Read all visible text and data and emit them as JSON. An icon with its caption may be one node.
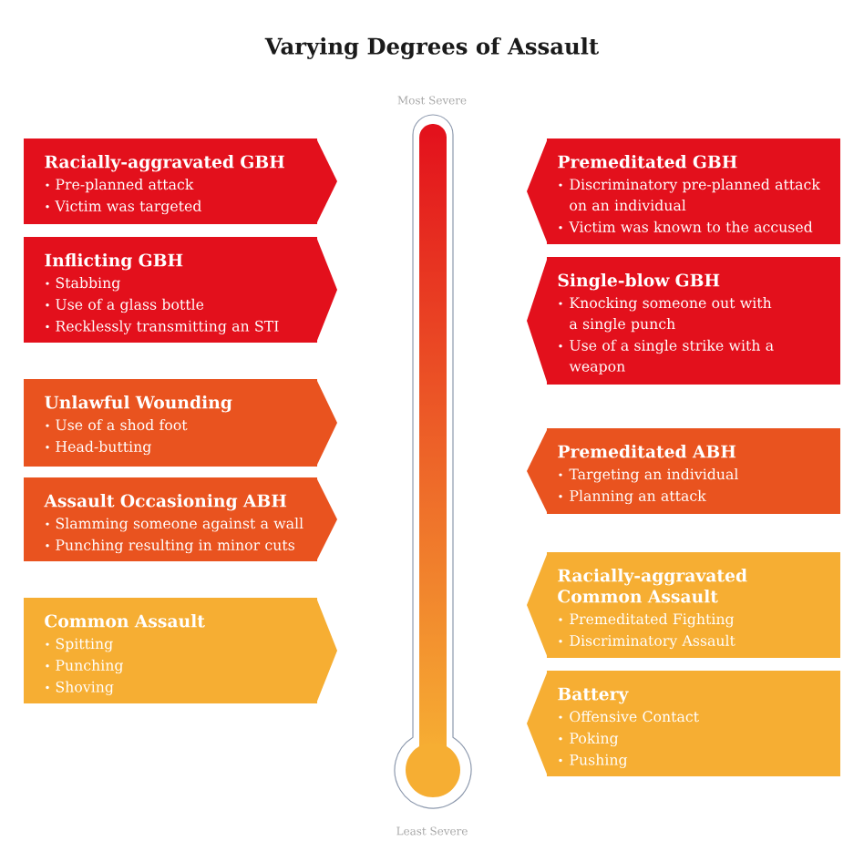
{
  "diagram": {
    "title": "Varying Degrees of Assault",
    "nodes": [
      {
        "text": [
          "Racially-aggravated GBH",
          "Pre-planned attack",
          "Victim was targeted"
        ]
      },
      {
        "text": [
          "Inflicting GBH",
          "Stabbing",
          "Use of a glass bottle",
          "Recklessly transmitting an STI"
        ]
      },
      {
        "text": [
          "Unlawful Wounding",
          "Use of a shod foot",
          "Head-butting"
        ]
      },
      {
        "text": [
          "Assault Occasioning ABH",
          "Slamming someone against a wall",
          "Punching resulting in minor cuts"
        ]
      },
      {
        "text": [
          "Common Assault",
          "Spitting",
          "Punching",
          "Shoving"
        ]
      },
      {
        "text": [
          "Premeditated GBH",
          "Discriminatory pre-planned attack on an individual",
          "Victim was known to the accused"
        ]
      },
      {
        "text": [
          "Single-blow GBH",
          "Knocking someone out with a single punch",
          "Use of a single strike with a weapon"
        ]
      },
      {
        "text": [
          "Premeditated ABH",
          "Targeting an individual",
          "Planning an attack"
        ]
      },
      {
        "text": [
          "Racially-aggravated Common Assault",
          "Premeditated Fighting",
          "Discriminatory Assault"
        ]
      },
      {
        "text": [
          "Battery",
          "Offensive Contact",
          "Poking",
          "Pushing"
        ]
      }
    ],
    "labels": [
      "Most Severe",
      "Least Severe"
    ]
  }
}
